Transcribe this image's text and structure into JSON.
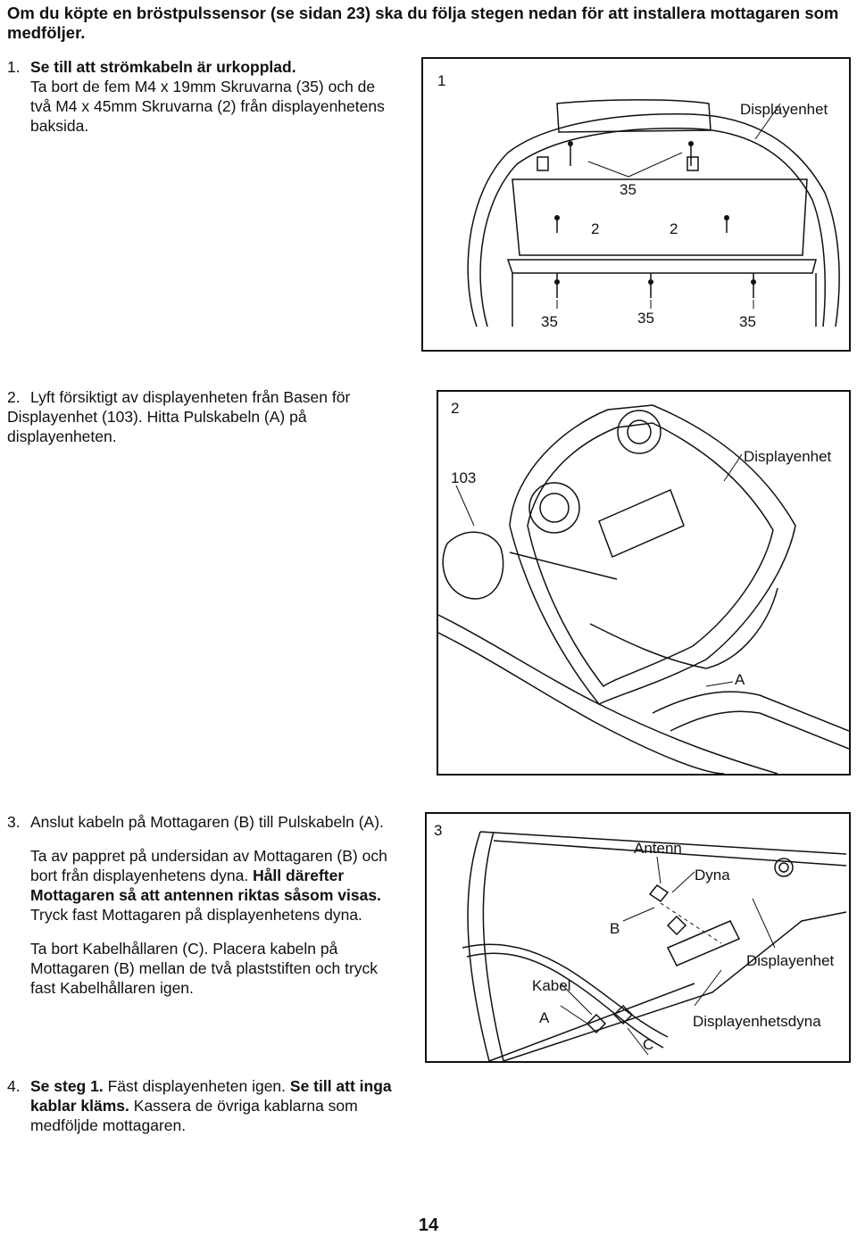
{
  "intro": "Om du köpte en bröstpulssensor (se sidan 23) ska du följa stegen nedan för att installera mottagaren som medföljer.",
  "steps": [
    {
      "number": "1.",
      "bold_lead": "Se till att strömkabeln är urkopplad.",
      "text": " Ta bort de fem M4 x 19mm Skruvarna (35) och de två M4 x 45mm Skruvarna (2) från displayenhetens baksida."
    },
    {
      "number": "2.",
      "text": "Lyft försiktigt av displayenheten från Basen för Displayenhet (103). Hitta Pulskabeln (A) på displayenheten."
    },
    {
      "number": "3.",
      "p1": "Anslut kabeln på Mottagaren (B) till Pulskabeln (A).",
      "p2_a": "Ta av pappret på undersidan av Mottagaren (B) och bort från displayenhetens dyna. ",
      "p2_b": "Håll därefter Mottagaren så att antennen riktas såsom visas.",
      "p2_c": " Tryck fast Mottagaren på display­enhetens dyna.",
      "p3": "Ta bort Kabelhållaren (C). Placera kabeln på Mottagaren (B) mellan de två plaststiften och tryck fast Kabelhållaren igen."
    },
    {
      "number": "4.",
      "b1": "Se steg 1.",
      "t1": " Fäst displayenheten igen. ",
      "b2": "Se till att inga kablar kläms.",
      "t2": " Kassera de övriga kablarna som medföljde mottagaren."
    }
  ],
  "figures": [
    {
      "number": "1",
      "labels": {
        "display": "Displayenhet",
        "screw35": "35",
        "screw2a": "2",
        "screw2b": "2",
        "b35a": "35",
        "b35b": "35",
        "b35c": "35"
      }
    },
    {
      "number": "2",
      "labels": {
        "base": "103",
        "display": "Displayenhet",
        "cable": "A"
      }
    },
    {
      "number": "3",
      "labels": {
        "antenna": "Antenn",
        "pad": "Dyna",
        "receiver": "B",
        "display": "Displayenhet",
        "cable": "Kabel",
        "cable_letter": "A",
        "display_pad": "Displayenhetsdyna",
        "holder": "C"
      }
    }
  ],
  "page_number": "14"
}
